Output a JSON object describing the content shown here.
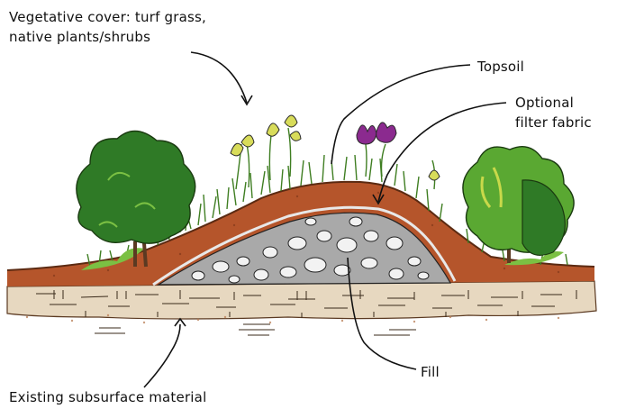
{
  "labels": {
    "vegetative_line1": "Vegetative cover: turf grass,",
    "vegetative_line2": "native plants/shrubs",
    "topsoil": "Topsoil",
    "optional_line1": "Optional",
    "optional_line2": "filter fabric",
    "fill": "Fill",
    "existing": "Existing subsurface material"
  },
  "colors": {
    "topsoil": "#b5552b",
    "topsoil_dark": "#7a3418",
    "fill_gray": "#a9a9a9",
    "stone": "#f2f2f2",
    "ground": "#d9c7ad",
    "grass": "#5a9e2f",
    "tree_dark": "#2f7a26",
    "tree_light": "#7bc043",
    "flower_purple": "#8b2a8f",
    "flower_yellow": "#d8dc5a"
  }
}
